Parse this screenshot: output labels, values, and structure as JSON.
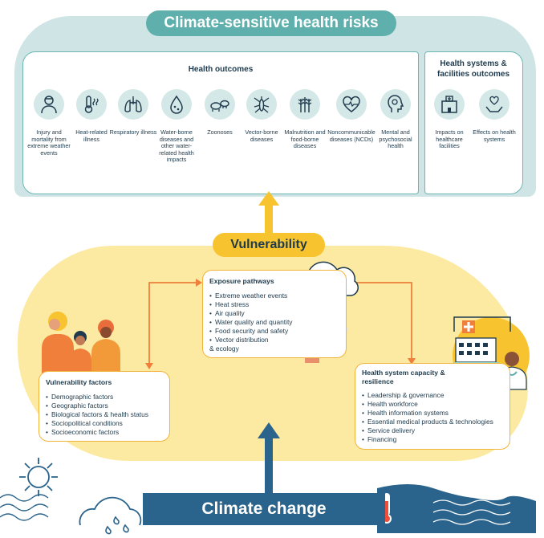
{
  "header": {
    "title": "Climate-sensitive health risks"
  },
  "health_outcomes": {
    "title": "Health outcomes",
    "items": [
      {
        "label": "Injury and mortality from extreme weather events",
        "icon": "injury-icon"
      },
      {
        "label": "Heat-related illness",
        "icon": "thermometer-icon"
      },
      {
        "label": "Respiratory illness",
        "icon": "lungs-icon"
      },
      {
        "label": "Water-borne diseases and other water-related health impacts",
        "icon": "water-drop-icon"
      },
      {
        "label": "Zoonoses",
        "icon": "animals-icon"
      },
      {
        "label": "Vector-borne diseases",
        "icon": "mosquito-icon"
      },
      {
        "label": "Malnutrition and food-borne diseases",
        "icon": "wheat-icon"
      },
      {
        "label": "Noncommunicable diseases (NCDs)",
        "icon": "heart-pulse-icon"
      },
      {
        "label": "Mental and psychosocial health",
        "icon": "head-icon"
      }
    ]
  },
  "systems_outcomes": {
    "title": "Health systems & facilities outcomes",
    "items": [
      {
        "label": "Impacts on healthcare facilities",
        "icon": "hospital-icon"
      },
      {
        "label": "Effects on health systems",
        "icon": "hands-heart-icon"
      }
    ]
  },
  "vulnerability": {
    "title": "Vulnerability"
  },
  "exposure": {
    "title": "Exposure pathways",
    "items": [
      "Extreme weather events",
      "Heat stress",
      "Air quality",
      "Water quality and quantity",
      "Food security and safety",
      "Vector distribution & ecology"
    ]
  },
  "vuln_factors": {
    "title": "Vulnerability factors",
    "items": [
      "Demographic factors",
      "Geographic factors",
      "Biological factors & health status",
      "Sociopolitical conditions",
      "Socioeconomic factors"
    ]
  },
  "capacity": {
    "title": "Health system capacity & resilience",
    "items": [
      "Leadership & governance",
      "Health workforce",
      "Health information systems",
      "Essential medical products & technologies",
      "Service delivery",
      "Financing"
    ]
  },
  "climate": {
    "title": "Climate change"
  },
  "colors": {
    "teal": "#5fb0ad",
    "yellow": "#f7c32e",
    "orange": "#ef7f3a",
    "navy": "#2a638b"
  }
}
